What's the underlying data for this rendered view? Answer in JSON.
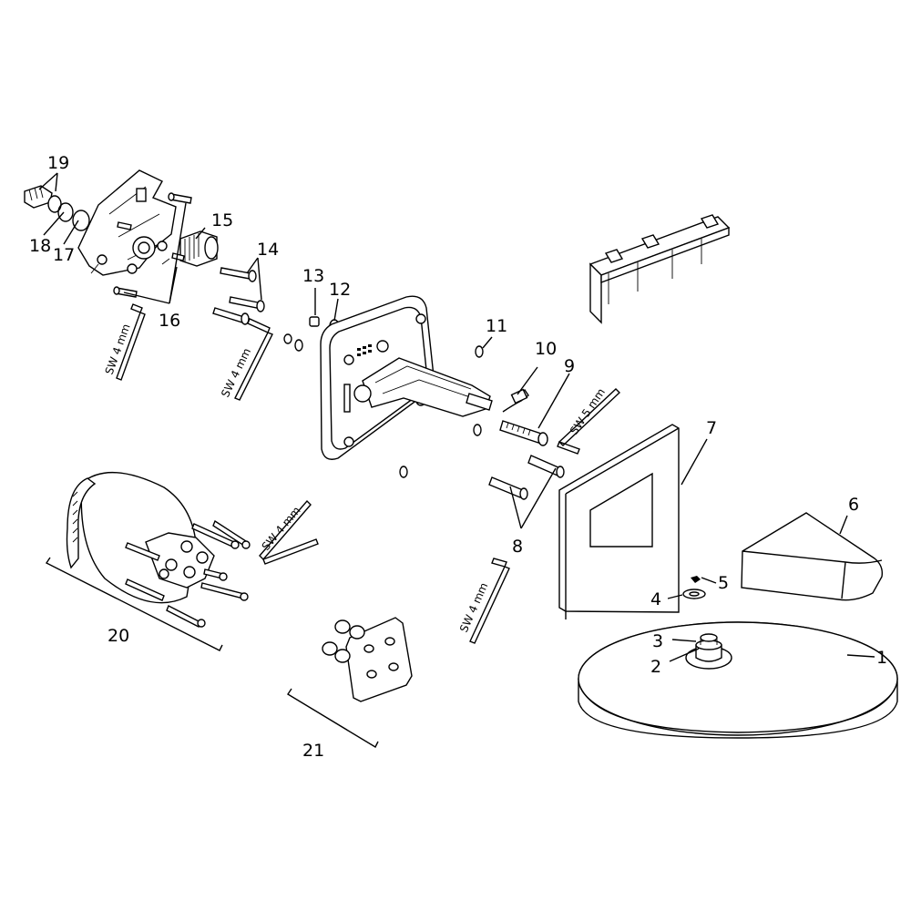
{
  "diagram": {
    "callouts": [
      "1",
      "2",
      "3",
      "4",
      "5",
      "6",
      "7",
      "8",
      "9",
      "10",
      "11",
      "12",
      "13",
      "14",
      "15",
      "16",
      "17",
      "18",
      "19",
      "20",
      "21"
    ],
    "tool_labels": {
      "sw4_a": "SW 4 mm",
      "sw4_b": "SW 4 mm",
      "sw5": "SW 5 mm",
      "sw4_c": "SW 4 mm",
      "sw4_d": "SW 4 mm"
    }
  }
}
